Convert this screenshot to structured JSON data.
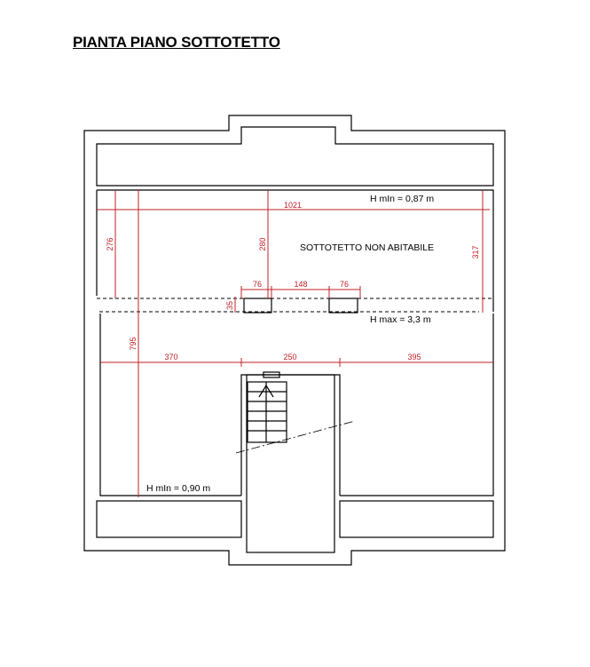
{
  "title": "PIANTA PIANO SOTTOTETTO",
  "room_label": "SOTTOTETTO NON ABITABILE",
  "heights": {
    "h_min_top": "H mIn = 0,87 m",
    "h_max": "H max = 3,3 m",
    "h_min_bottom": "H mIn = 0,90 m"
  },
  "dimensions": {
    "total_width": "1021",
    "left_depth": "276",
    "center_depth": "280",
    "right_depth": "317",
    "total_depth": "795",
    "seg_left": "370",
    "seg_center": "250",
    "seg_right": "395",
    "opening_1": "76",
    "opening_gap": "148",
    "opening_2": "76",
    "opening_height": "35"
  },
  "colors": {
    "dimension": "#c0202a",
    "walls": "#000000"
  }
}
